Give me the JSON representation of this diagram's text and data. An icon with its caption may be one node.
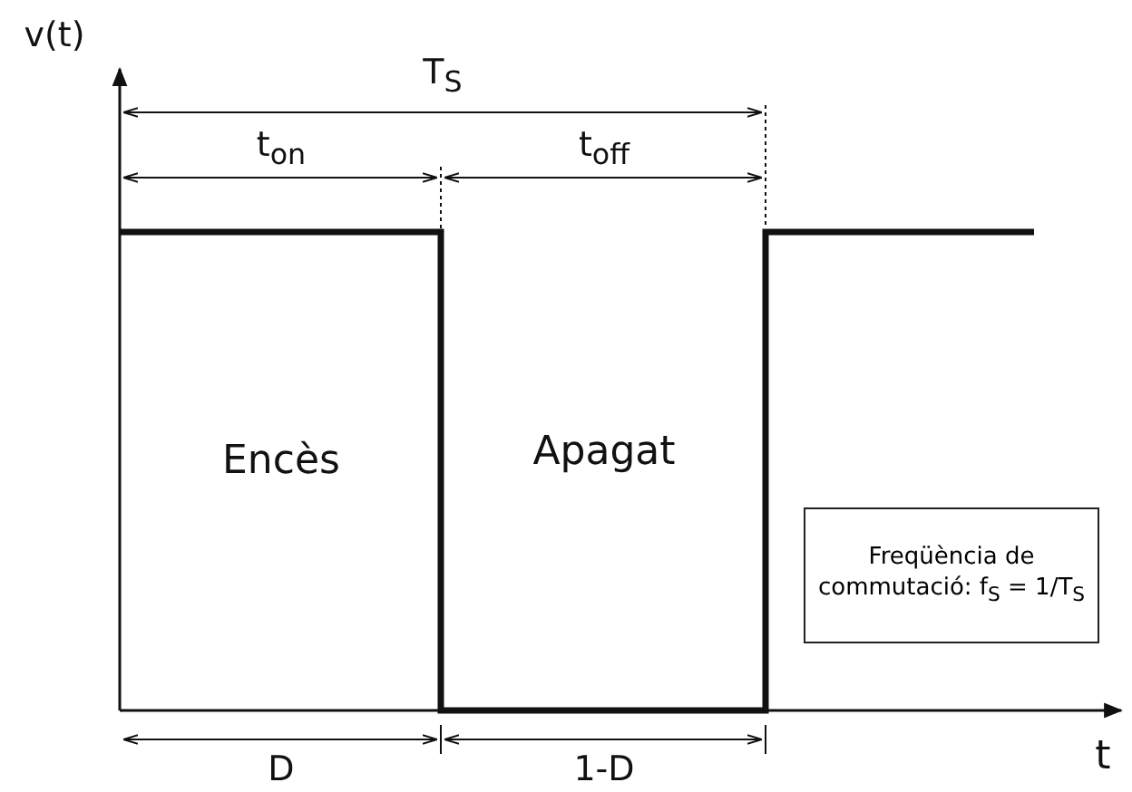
{
  "diagram": {
    "nodes": [
      {
        "text": [
          "Freqüència de commutació: f$_{S}$ = 1/T$_{S}$"
        ]
      }
    ],
    "edges": [],
    "labels": [
      "v(t)",
      "T$_{S}$",
      "t$_{on}$",
      "t$_{off}$",
      "Encès",
      "Apagat",
      "t",
      "D",
      "1-D"
    ]
  }
}
